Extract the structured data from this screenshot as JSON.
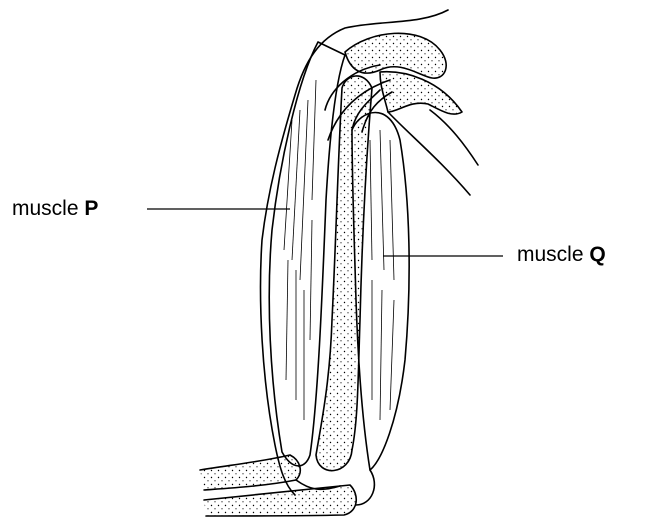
{
  "labels": {
    "p": {
      "word": "muscle",
      "letter": "P"
    },
    "q": {
      "word": "muscle",
      "letter": "Q"
    }
  }
}
